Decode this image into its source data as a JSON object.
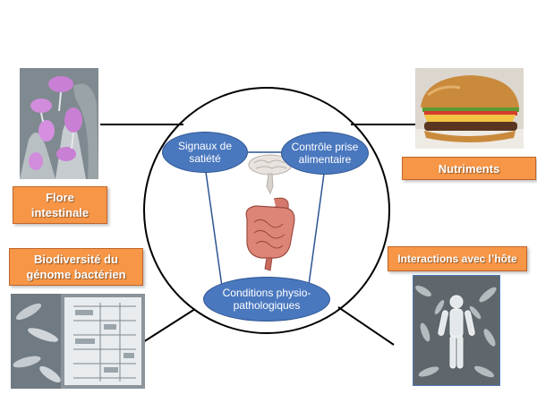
{
  "nodes": {
    "satiety": "Signaux de satiété",
    "intake": "Contrôle prise alimentaire",
    "pathology": "Conditions physio-pathologiques"
  },
  "labels": {
    "flora": "Flore intestinale",
    "nutrients": "Nutriments",
    "genome": "Biodiversité du génome bactérien",
    "host": "Interactions avec l’hôte"
  },
  "colors": {
    "node_fill": "#4a78bf",
    "label_fill": "#f79646",
    "line": "#000000"
  }
}
